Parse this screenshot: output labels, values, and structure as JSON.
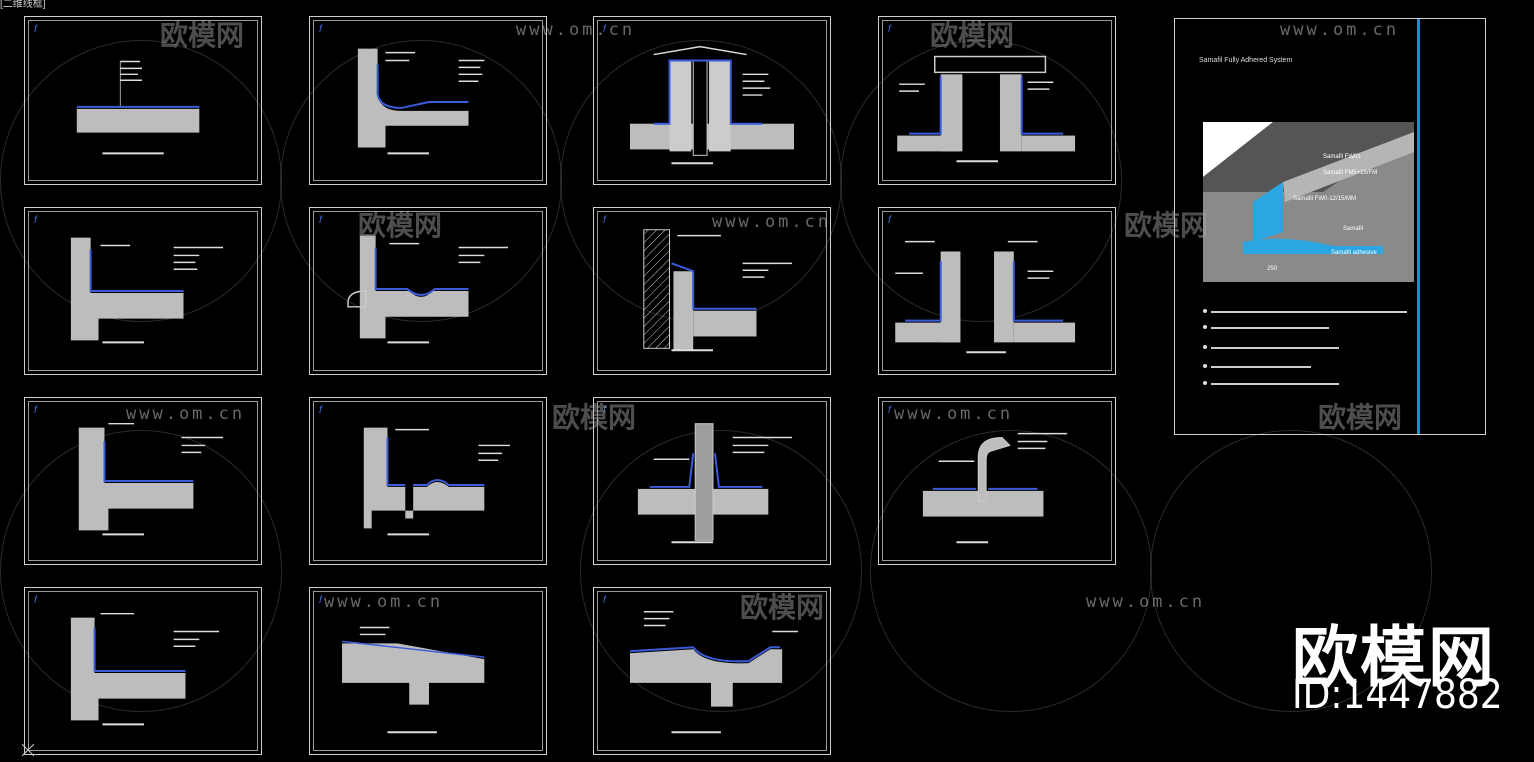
{
  "toolbar": {
    "layout_label": "[二维线框]"
  },
  "sheets": [
    {
      "id": 1,
      "ftag": "f"
    },
    {
      "id": 2,
      "ftag": "f"
    },
    {
      "id": 3,
      "ftag": "f"
    },
    {
      "id": 4,
      "ftag": "f"
    },
    {
      "id": 5,
      "ftag": "f"
    },
    {
      "id": 6,
      "ftag": "f"
    },
    {
      "id": 7,
      "ftag": "f"
    },
    {
      "id": 8,
      "ftag": "f"
    },
    {
      "id": 9,
      "ftag": "f"
    },
    {
      "id": 10,
      "ftag": "f"
    },
    {
      "id": 11,
      "ftag": "f"
    },
    {
      "id": 12,
      "ftag": "f"
    },
    {
      "id": 13,
      "ftag": "f"
    },
    {
      "id": 14,
      "ftag": "f"
    },
    {
      "id": 15,
      "ftag": "f"
    }
  ],
  "watermark": {
    "url": "www.om.cn",
    "brand": "欧模网"
  },
  "info_panel": {
    "subtitle": "Samafil Fully Adhered System",
    "render_labels": [
      "Samafil FW01",
      "Samafil FM5+15/FM",
      "Samafil FW0-12/15/MM",
      "Samafil",
      "Samafil adhesive",
      "250"
    ]
  },
  "brand_block": {
    "name": "欧模网",
    "id_text": "ID:1447882"
  },
  "colors": {
    "accent_blue": "#2a86c9",
    "membrane_blue": "#3b5bd8",
    "line_white": "#cfcfcf"
  }
}
